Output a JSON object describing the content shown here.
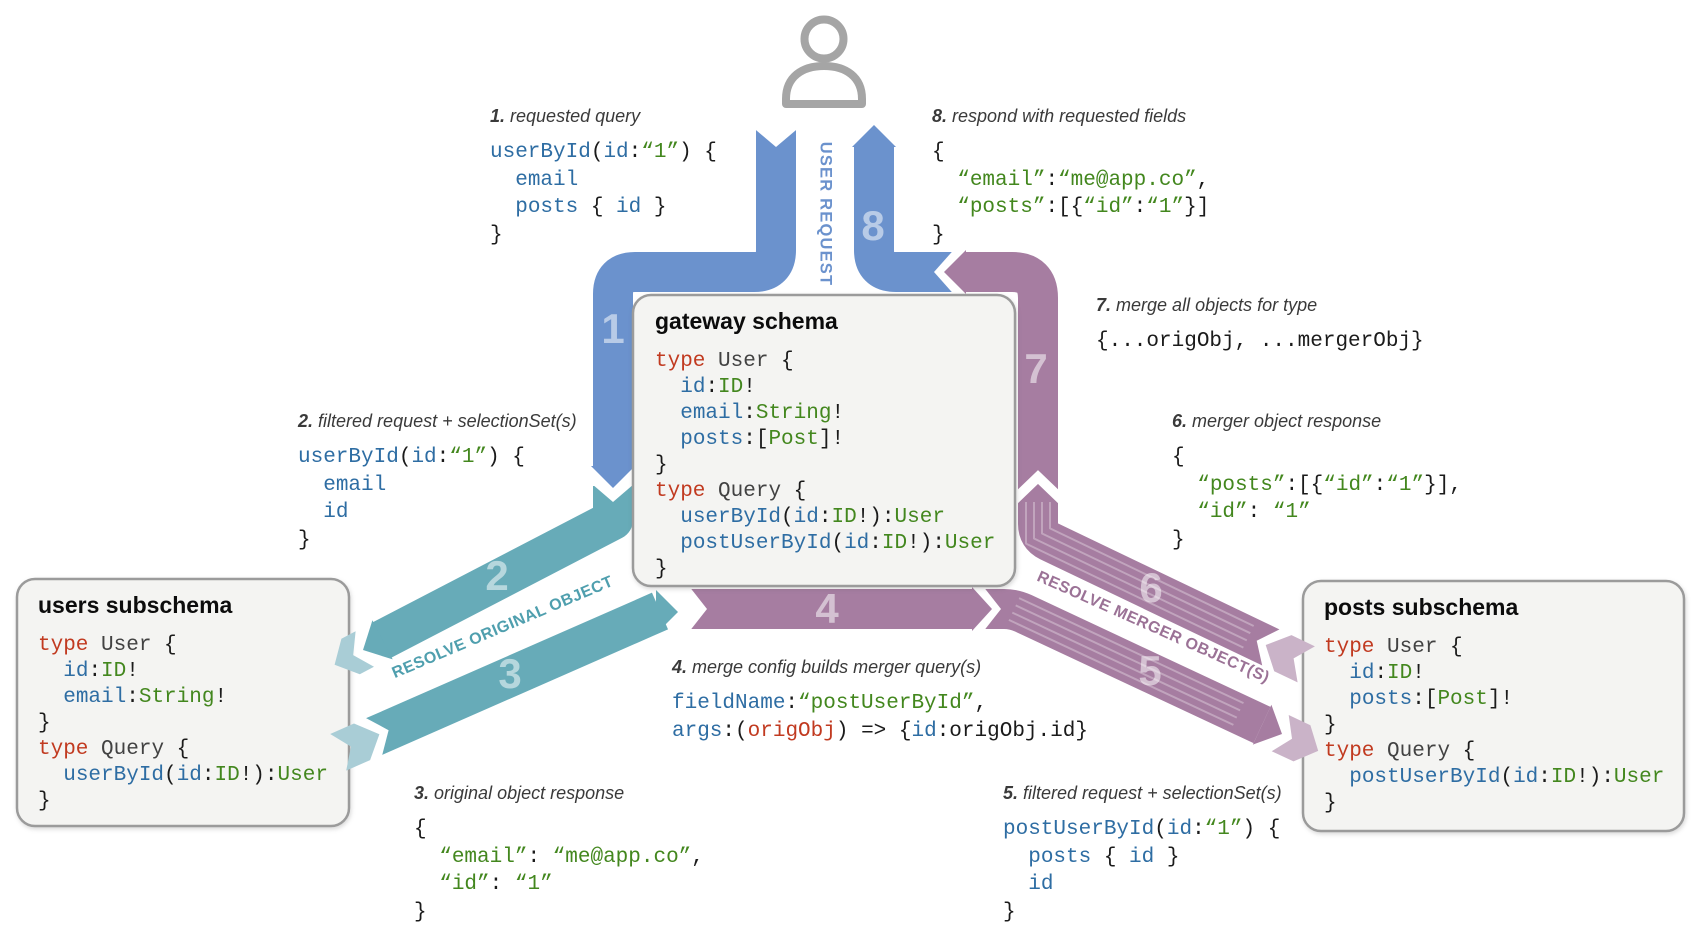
{
  "bands": {
    "labels": {
      "user_request": "USER REQUEST",
      "resolve_original": "RESOLVE ORIGINAL OBJECT",
      "resolve_merger": "RESOLVE MERGER OBJECT(S)"
    },
    "numbers": [
      "1",
      "2",
      "3",
      "4",
      "5",
      "6",
      "7",
      "8"
    ]
  },
  "icons": {
    "user": "person-icon"
  },
  "colors": {
    "blue": "#6b92cd",
    "teal": "#67abb8",
    "teal_light": "#a9cdd6",
    "purple": "#a67da1",
    "purple_light": "#cab3c8",
    "box_fill": "#f4f4f2",
    "box_border": "#9b9b9b",
    "icon_gray": "#a5a5a5",
    "code_blue": "#2e6da3",
    "code_green": "#43871e",
    "code_red": "#c13a20"
  },
  "boxes": {
    "gateway": {
      "title": "gateway schema",
      "code": [
        [
          {
            "t": "type",
            "c": "r"
          },
          {
            "t": " "
          },
          {
            "t": "User",
            "c": "t"
          },
          {
            "t": " {"
          }
        ],
        [
          {
            "t": "  "
          },
          {
            "t": "id",
            "c": "b"
          },
          {
            "t": ":"
          },
          {
            "t": "ID",
            "c": "g"
          },
          {
            "t": "!"
          }
        ],
        [
          {
            "t": "  "
          },
          {
            "t": "email",
            "c": "b"
          },
          {
            "t": ":"
          },
          {
            "t": "String",
            "c": "g"
          },
          {
            "t": "!"
          }
        ],
        [
          {
            "t": "  "
          },
          {
            "t": "posts",
            "c": "b"
          },
          {
            "t": ":["
          },
          {
            "t": "Post",
            "c": "g"
          },
          {
            "t": "]!"
          }
        ],
        [
          {
            "t": "}"
          }
        ],
        [
          {
            "t": "type",
            "c": "r"
          },
          {
            "t": " "
          },
          {
            "t": "Query",
            "c": "t"
          },
          {
            "t": " {"
          }
        ],
        [
          {
            "t": "  "
          },
          {
            "t": "userById",
            "c": "b"
          },
          {
            "t": "("
          },
          {
            "t": "id",
            "c": "b"
          },
          {
            "t": ":"
          },
          {
            "t": "ID",
            "c": "g"
          },
          {
            "t": "!):"
          },
          {
            "t": "User",
            "c": "g"
          }
        ],
        [
          {
            "t": "  "
          },
          {
            "t": "postUserById",
            "c": "b"
          },
          {
            "t": "("
          },
          {
            "t": "id",
            "c": "b"
          },
          {
            "t": ":"
          },
          {
            "t": "ID",
            "c": "g"
          },
          {
            "t": "!):"
          },
          {
            "t": "User",
            "c": "g"
          }
        ],
        [
          {
            "t": "}"
          }
        ]
      ]
    },
    "users": {
      "title": "users subschema",
      "code": [
        [
          {
            "t": "type",
            "c": "r"
          },
          {
            "t": " "
          },
          {
            "t": "User",
            "c": "t"
          },
          {
            "t": " {"
          }
        ],
        [
          {
            "t": "  "
          },
          {
            "t": "id",
            "c": "b"
          },
          {
            "t": ":"
          },
          {
            "t": "ID",
            "c": "g"
          },
          {
            "t": "!"
          }
        ],
        [
          {
            "t": "  "
          },
          {
            "t": "email",
            "c": "b"
          },
          {
            "t": ":"
          },
          {
            "t": "String",
            "c": "g"
          },
          {
            "t": "!"
          }
        ],
        [
          {
            "t": "}"
          }
        ],
        [
          {
            "t": "type",
            "c": "r"
          },
          {
            "t": " "
          },
          {
            "t": "Query",
            "c": "t"
          },
          {
            "t": " {"
          }
        ],
        [
          {
            "t": "  "
          },
          {
            "t": "userById",
            "c": "b"
          },
          {
            "t": "("
          },
          {
            "t": "id",
            "c": "b"
          },
          {
            "t": ":"
          },
          {
            "t": "ID",
            "c": "g"
          },
          {
            "t": "!):"
          },
          {
            "t": "User",
            "c": "g"
          }
        ],
        [
          {
            "t": "}"
          }
        ]
      ]
    },
    "posts": {
      "title": "posts subschema",
      "code": [
        [
          {
            "t": "type",
            "c": "r"
          },
          {
            "t": " "
          },
          {
            "t": "User",
            "c": "t"
          },
          {
            "t": " {"
          }
        ],
        [
          {
            "t": "  "
          },
          {
            "t": "id",
            "c": "b"
          },
          {
            "t": ":"
          },
          {
            "t": "ID",
            "c": "g"
          },
          {
            "t": "!"
          }
        ],
        [
          {
            "t": "  "
          },
          {
            "t": "posts",
            "c": "b"
          },
          {
            "t": ":["
          },
          {
            "t": "Post",
            "c": "g"
          },
          {
            "t": "]!"
          }
        ],
        [
          {
            "t": "}"
          }
        ],
        [
          {
            "t": "type",
            "c": "r"
          },
          {
            "t": " "
          },
          {
            "t": "Query",
            "c": "t"
          },
          {
            "t": " {"
          }
        ],
        [
          {
            "t": "  "
          },
          {
            "t": "postUserById",
            "c": "b"
          },
          {
            "t": "("
          },
          {
            "t": "id",
            "c": "b"
          },
          {
            "t": ":"
          },
          {
            "t": "ID",
            "c": "g"
          },
          {
            "t": "!):"
          },
          {
            "t": "User",
            "c": "g"
          }
        ],
        [
          {
            "t": "}"
          }
        ]
      ]
    }
  },
  "annotations": [
    {
      "num": "1.",
      "label": "requested query",
      "code": [
        [
          {
            "t": "userById",
            "c": "b"
          },
          {
            "t": "("
          },
          {
            "t": "id",
            "c": "b"
          },
          {
            "t": ":"
          },
          {
            "t": "“1”",
            "c": "g"
          },
          {
            "t": ") {"
          }
        ],
        [
          {
            "t": "  "
          },
          {
            "t": "email",
            "c": "b"
          }
        ],
        [
          {
            "t": "  "
          },
          {
            "t": "posts",
            "c": "b"
          },
          {
            "t": " { "
          },
          {
            "t": "id",
            "c": "b"
          },
          {
            "t": " }"
          }
        ],
        [
          {
            "t": "}"
          }
        ]
      ]
    },
    {
      "num": "2.",
      "label": "filtered request + selectionSet(s)",
      "code": [
        [
          {
            "t": "userById",
            "c": "b"
          },
          {
            "t": "("
          },
          {
            "t": "id",
            "c": "b"
          },
          {
            "t": ":"
          },
          {
            "t": "“1”",
            "c": "g"
          },
          {
            "t": ") {"
          }
        ],
        [
          {
            "t": "  "
          },
          {
            "t": "email",
            "c": "b"
          }
        ],
        [
          {
            "t": "  "
          },
          {
            "t": "id",
            "c": "b"
          }
        ],
        [
          {
            "t": "}"
          }
        ]
      ]
    },
    {
      "num": "3.",
      "label": "original object response",
      "code": [
        [
          {
            "t": "{"
          }
        ],
        [
          {
            "t": "  "
          },
          {
            "t": "“email”",
            "c": "g"
          },
          {
            "t": ": "
          },
          {
            "t": "“me@app.co”",
            "c": "g"
          },
          {
            "t": ","
          }
        ],
        [
          {
            "t": "  "
          },
          {
            "t": "“id”",
            "c": "g"
          },
          {
            "t": ": "
          },
          {
            "t": "“1”",
            "c": "g"
          }
        ],
        [
          {
            "t": "}"
          }
        ]
      ]
    },
    {
      "num": "4.",
      "label": "merge config builds merger query(s)",
      "code": [
        [
          {
            "t": "fieldName",
            "c": "b"
          },
          {
            "t": ":"
          },
          {
            "t": "“postUserById”",
            "c": "g"
          },
          {
            "t": ","
          }
        ],
        [
          {
            "t": "args",
            "c": "b"
          },
          {
            "t": ":("
          },
          {
            "t": "origObj",
            "c": "r"
          },
          {
            "t": ") => {"
          },
          {
            "t": "id",
            "c": "b"
          },
          {
            "t": ":origObj.id}"
          }
        ]
      ]
    },
    {
      "num": "5.",
      "label": "filtered request + selectionSet(s)",
      "code": [
        [
          {
            "t": "postUserById",
            "c": "b"
          },
          {
            "t": "("
          },
          {
            "t": "id",
            "c": "b"
          },
          {
            "t": ":"
          },
          {
            "t": "“1”",
            "c": "g"
          },
          {
            "t": ") {"
          }
        ],
        [
          {
            "t": "  "
          },
          {
            "t": "posts",
            "c": "b"
          },
          {
            "t": " { "
          },
          {
            "t": "id",
            "c": "b"
          },
          {
            "t": " }"
          }
        ],
        [
          {
            "t": "  "
          },
          {
            "t": "id",
            "c": "b"
          }
        ],
        [
          {
            "t": "}"
          }
        ]
      ]
    },
    {
      "num": "6.",
      "label": "merger object response",
      "code": [
        [
          {
            "t": "{"
          }
        ],
        [
          {
            "t": "  "
          },
          {
            "t": "“posts”",
            "c": "g"
          },
          {
            "t": ":[{"
          },
          {
            "t": "“id”",
            "c": "g"
          },
          {
            "t": ":"
          },
          {
            "t": "“1”",
            "c": "g"
          },
          {
            "t": "}],"
          }
        ],
        [
          {
            "t": "  "
          },
          {
            "t": "“id”",
            "c": "g"
          },
          {
            "t": ": "
          },
          {
            "t": "“1”",
            "c": "g"
          }
        ],
        [
          {
            "t": "}"
          }
        ]
      ]
    },
    {
      "num": "7.",
      "label": "merge all objects for type",
      "code": [
        [
          {
            "t": "{...origObj, ...mergerObj}"
          }
        ]
      ]
    },
    {
      "num": "8.",
      "label": "respond with requested fields",
      "code": [
        [
          {
            "t": "{"
          }
        ],
        [
          {
            "t": "  "
          },
          {
            "t": "“email”",
            "c": "g"
          },
          {
            "t": ":"
          },
          {
            "t": "“me@app.co”",
            "c": "g"
          },
          {
            "t": ","
          }
        ],
        [
          {
            "t": "  "
          },
          {
            "t": "“posts”",
            "c": "g"
          },
          {
            "t": ":[{"
          },
          {
            "t": "“id”",
            "c": "g"
          },
          {
            "t": ":"
          },
          {
            "t": "“1”",
            "c": "g"
          },
          {
            "t": "}]"
          }
        ],
        [
          {
            "t": "}"
          }
        ]
      ]
    }
  ]
}
